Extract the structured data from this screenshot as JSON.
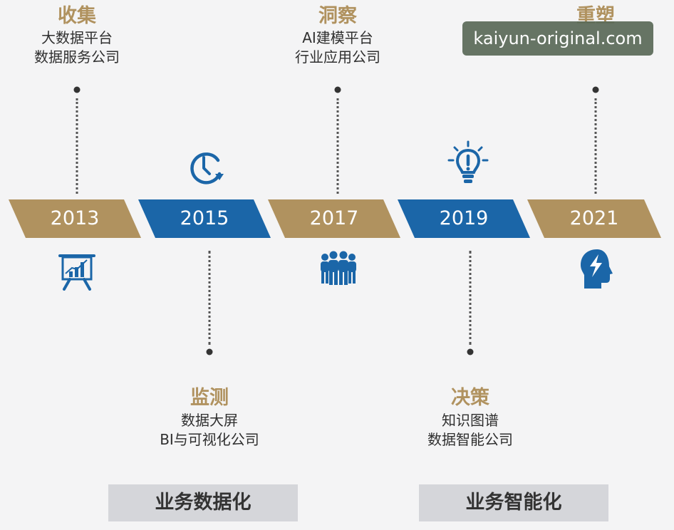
{
  "colors": {
    "gold": "#b0925f",
    "blue": "#1b66a8",
    "text": "#2f2f2f",
    "phase_bg": "#d5d6da"
  },
  "stages": [
    {
      "year": "2013",
      "title": "收集",
      "line1": "大数据平台",
      "line2": "数据服务公司",
      "icon": "presentation-chart-icon"
    },
    {
      "year": "2015",
      "title": "监测",
      "line1": "数据大屏",
      "line2": "BI与可视化公司",
      "icon": "clock-refresh-icon"
    },
    {
      "year": "2017",
      "title": "洞察",
      "line1": "AI建模平台",
      "line2": "行业应用公司",
      "icon": "people-group-icon"
    },
    {
      "year": "2019",
      "title": "决策",
      "line1": "知识图谱",
      "line2": "数据智能公司",
      "icon": "lightbulb-icon"
    },
    {
      "year": "2021",
      "title": "重塑",
      "line1": "",
      "line2": "",
      "icon": "brain-head-icon"
    }
  ],
  "phases": {
    "first": "业务数据化",
    "second": "业务智能化"
  },
  "watermark": "kaiyun-original.com"
}
